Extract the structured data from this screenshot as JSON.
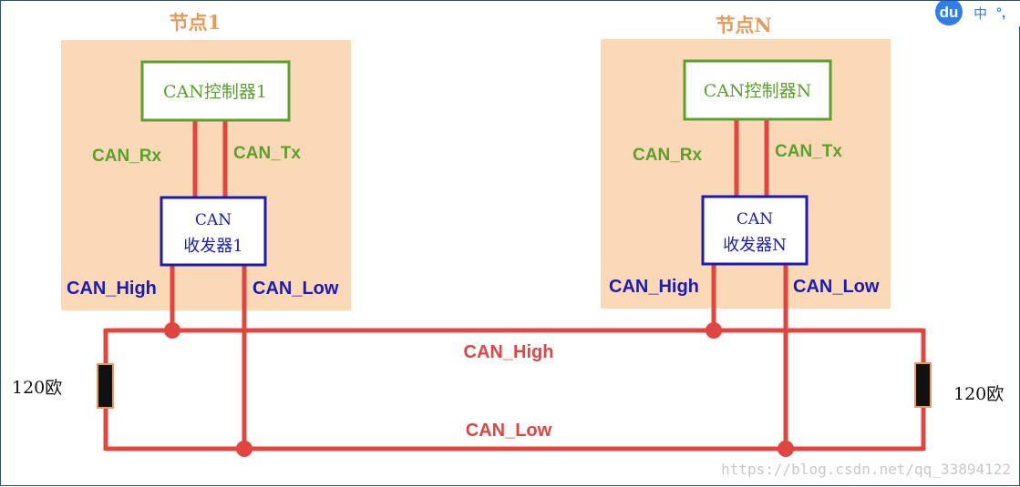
{
  "node1": {
    "title": "节点1",
    "controller": "CAN控制器1",
    "rx": "CAN_Rx",
    "tx": "CAN_Tx",
    "transceiver_line1": "CAN",
    "transceiver_line2": "收发器1",
    "high": "CAN_High",
    "low": "CAN_Low"
  },
  "nodeN": {
    "title": "节点N",
    "controller": "CAN控制器N",
    "rx": "CAN_Rx",
    "tx": "CAN_Tx",
    "transceiver_line1": "CAN",
    "transceiver_line2": "收发器N",
    "high": "CAN_High",
    "low": "CAN_Low"
  },
  "bus": {
    "high_label": "CAN_High",
    "low_label": "CAN_Low",
    "resistor_left": "120欧",
    "resistor_right": "120欧"
  },
  "watermark": "https://blog.csdn.net/qq_33894122",
  "toolbar": {
    "logo": "du",
    "lang": "中",
    "punct": "°,"
  },
  "colors": {
    "node_bg": "#fcd9b6",
    "green": "#5aa02c",
    "blue": "#1a1ab8",
    "red": "#e0453f",
    "title_orange": "#e79a5a"
  }
}
